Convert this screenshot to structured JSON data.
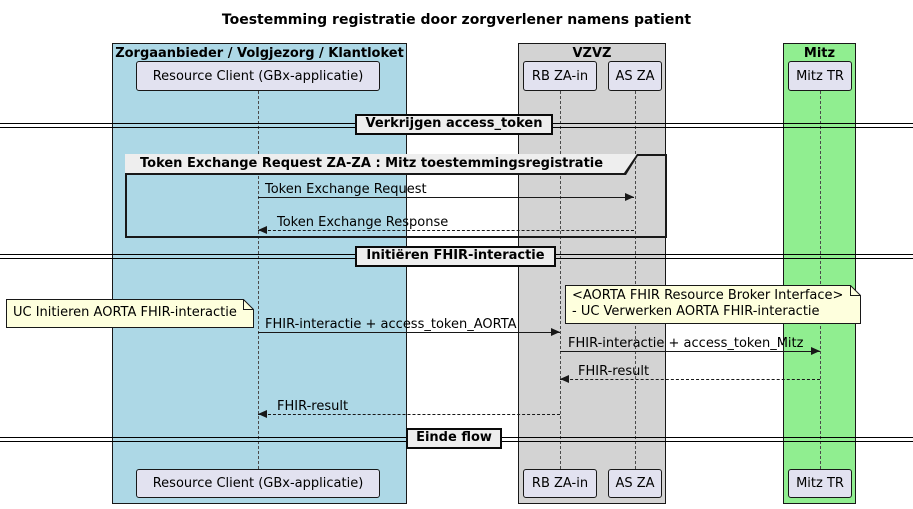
{
  "title": "Toestemming registratie door zorgverlener namens patient",
  "boxes": {
    "zorgaanbieder": {
      "label": "Zorgaanbieder / Volgjezorg / Klantloket",
      "color": "#ADD8E6"
    },
    "vzvz": {
      "label": "VZVZ",
      "color": "#D3D3D3"
    },
    "mitz": {
      "label": "Mitz",
      "color": "#90EE90"
    }
  },
  "participants": {
    "resource_client": "Resource Client (GBx-applicatie)",
    "rb_za_in": "RB ZA-in",
    "as_za": "AS ZA",
    "mitz_tr": "Mitz TR"
  },
  "dividers": {
    "verkrijgen": "Verkrijgen access_token",
    "initieren": "Initiëren FHIR-interactie",
    "einde": "Einde flow"
  },
  "group": {
    "label": "Token Exchange Request ZA-ZA : Mitz toestemmingsregistratie"
  },
  "messages": {
    "token_exchange_request": "Token Exchange Request",
    "token_exchange_response": "Token Exchange Response",
    "fhir_interactie_aorta": "FHIR-interactie + access_token_AORTA",
    "fhir_interactie_mitz": "FHIR-interactie + access_token_Mitz",
    "fhir_result_mitz": "FHIR-result",
    "fhir_result_client": "FHIR-result"
  },
  "notes": {
    "uc_initieren": "UC Initieren AORTA FHIR-interactie",
    "broker_line1": "<AORTA FHIR Resource Broker Interface>",
    "broker_line2": "- UC Verwerken AORTA FHIR-interactie"
  },
  "colors": {
    "box_blue": "#ADD8E6",
    "box_gray": "#D3D3D3",
    "box_green": "#90EE90",
    "participant_fill": "#E2E2F0",
    "note_fill": "#FEFFDD",
    "divider_fill": "#EEEEEE",
    "line": "#181818"
  }
}
